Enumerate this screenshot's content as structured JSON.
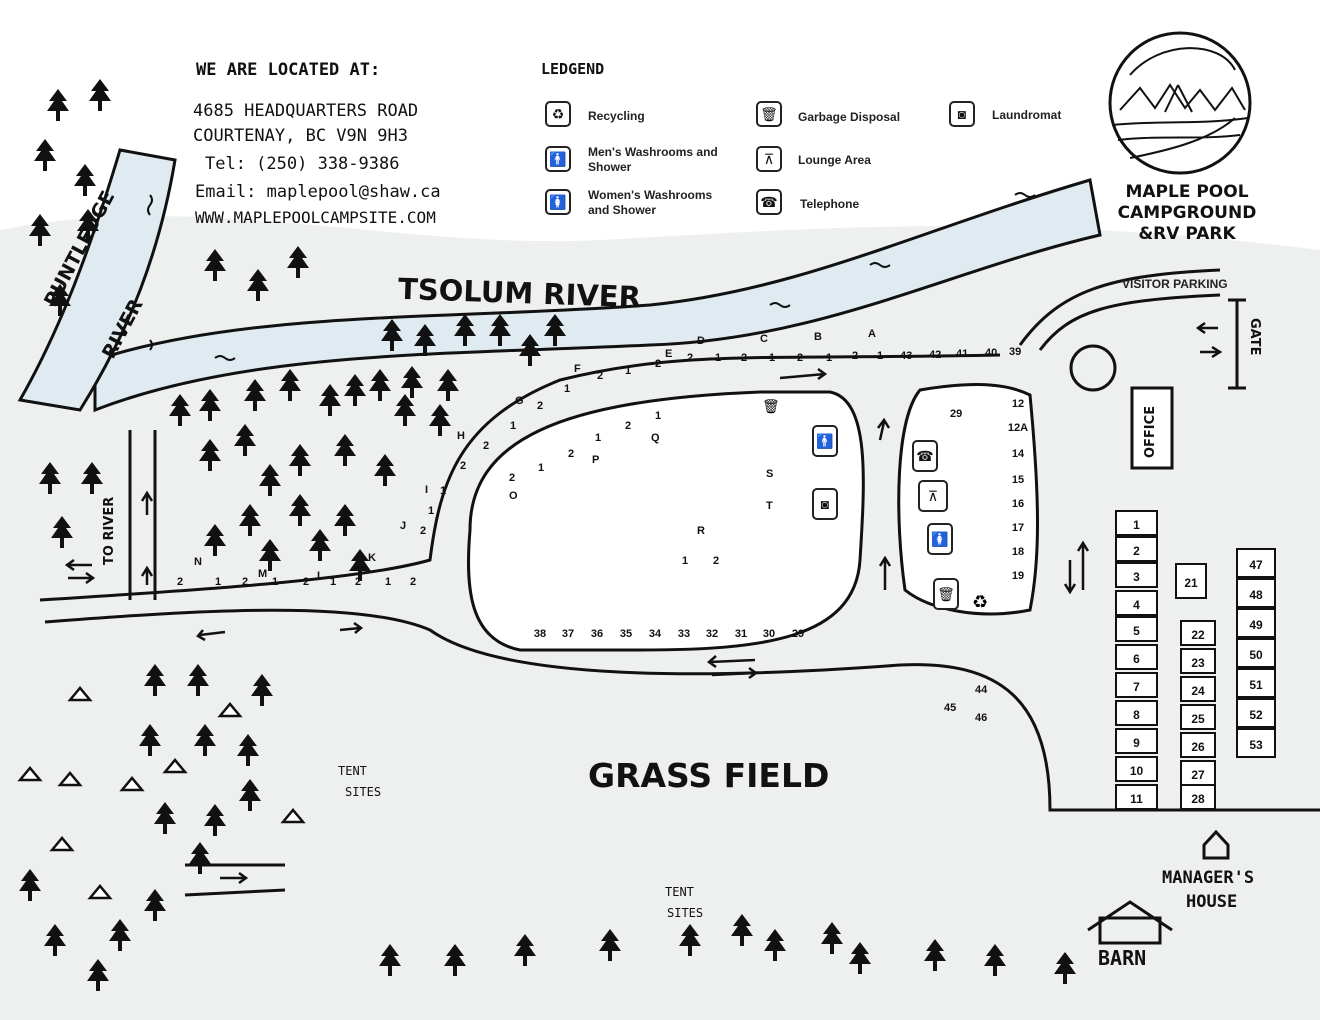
{
  "address": {
    "heading": "WE ARE LOCATED AT:",
    "street": "4685 HEADQUARTERS ROAD",
    "city": "COURTENAY, BC V9N 9H3",
    "tel": "Tel: (250) 338-9386",
    "email": "Email: maplepool@shaw.ca",
    "web": "WWW.MAPLEPOOLCAMPSITE.COM"
  },
  "legend": {
    "heading": "LEDGEND",
    "items": [
      {
        "label": "Recycling",
        "icon": "recycling-icon"
      },
      {
        "label": "Men's Washrooms and Shower",
        "icon": "mens-washroom-icon"
      },
      {
        "label": "Women's Washrooms and Shower",
        "icon": "womens-washroom-icon"
      },
      {
        "label": "Garbage Disposal",
        "icon": "garbage-icon"
      },
      {
        "label": "Lounge Area",
        "icon": "picnic-table-icon"
      },
      {
        "label": "Telephone",
        "icon": "telephone-icon"
      },
      {
        "label": "Laundromat",
        "icon": "laundromat-icon"
      }
    ]
  },
  "brand": {
    "line1": "MAPLE POOL",
    "line2": "CAMPGROUND",
    "line3": "&RV PARK"
  },
  "labels": {
    "tsolum_river": "TSOLUM RIVER",
    "puntledge_1": "PUNTLEDGE",
    "puntledge_2": "RIVER",
    "to_river": "TO RIVER",
    "visitor_parking": "VISITOR PARKING",
    "gate": "GATE",
    "office": "OFFICE",
    "grass_field": "GRASS FIELD",
    "tent_sites_1a": "TENT",
    "tent_sites_1b": "SITES",
    "tent_sites_2a": "TENT",
    "tent_sites_2b": "SITES",
    "managers_1": "MANAGER'S",
    "managers_2": "HOUSE",
    "barn": "BARN"
  },
  "sites": {
    "top_row": [
      "2",
      "1",
      "2",
      "1",
      "2",
      "1",
      "2",
      "1",
      "2",
      "1",
      "43",
      "42",
      "41",
      "40",
      "39"
    ],
    "top_letters": [
      "E",
      "D",
      "C",
      "B",
      "A"
    ],
    "diag_letters": [
      "G",
      "F",
      "H",
      "I",
      "J"
    ],
    "bottom_row": [
      "38",
      "37",
      "36",
      "35",
      "34",
      "33",
      "32",
      "31",
      "30",
      "29"
    ],
    "left_row": [
      "2",
      "1",
      "2",
      "1",
      "2",
      "1",
      "2",
      "1",
      "2"
    ],
    "left_letters": [
      "N",
      "M",
      "L",
      "K"
    ],
    "inner_letters": [
      "O",
      "P",
      "Q",
      "R",
      "S",
      "T"
    ],
    "island_right": [
      "12",
      "12A",
      "14",
      "15",
      "16",
      "17",
      "18",
      "19"
    ],
    "island_top": "29",
    "col_a": [
      "1",
      "2",
      "3",
      "4",
      "5",
      "6",
      "7",
      "8",
      "9",
      "10",
      "11"
    ],
    "col_b_top": "21",
    "col_b": [
      "22",
      "23",
      "24",
      "25",
      "26",
      "27",
      "28"
    ],
    "col_c": [
      "47",
      "48",
      "49",
      "50",
      "51",
      "52",
      "53"
    ],
    "mid": [
      "44",
      "45",
      "46"
    ],
    "pair_1": "1",
    "pair_2": "2"
  }
}
